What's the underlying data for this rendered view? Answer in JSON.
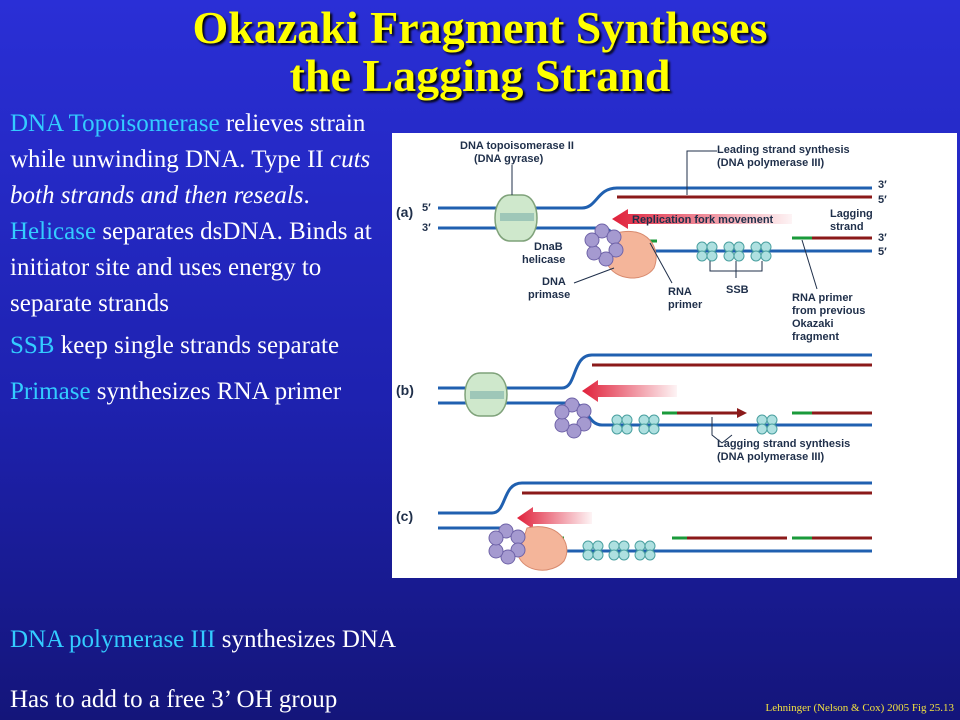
{
  "title": {
    "line1": "Okazaki Fragment Syntheses",
    "line2": "the Lagging Strand"
  },
  "text": {
    "topo_name": "DNA Topoisomerase",
    "topo_desc": " relieves strain while unwinding DNA. Type II ",
    "topo_italic": "cuts both strands and then reseals",
    "topo_end": ".",
    "helicase_name": "Helicase",
    "helicase_desc": " separates dsDNA. Binds at initiator site and uses energy to separate strands",
    "ssb_name": "SSB",
    "ssb_desc": " keep single strands separate",
    "primase_name": "Primase",
    "primase_desc": " synthesizes RNA primer",
    "pol_name": "DNA polymerase III",
    "pol_desc": " synthesizes DNA",
    "free_oh": "Has to add to a free 3’ OH group"
  },
  "credit": "Lehninger (Nelson & Cox) 2005 Fig 25.13",
  "figure": {
    "panel_a": "(a)",
    "panel_b": "(b)",
    "panel_c": "(c)",
    "gyrase_l1": "DNA topoisomerase II",
    "gyrase_l2": "(DNA gyrase)",
    "leading_l1": "Leading strand synthesis",
    "leading_l2": "(DNA polymerase III)",
    "replication_fork": "Replication fork movement",
    "lagging_l1": "Lagging",
    "lagging_l2": "strand",
    "dnab_l1": "DnaB",
    "dnab_l2": "helicase",
    "primase_l1": "DNA",
    "primase_l2": "primase",
    "rna_primer_l1": "RNA",
    "rna_primer_l2": "primer",
    "ssb": "SSB",
    "prev_l1": "RNA primer",
    "prev_l2": "from previous",
    "prev_l3": "Okazaki",
    "prev_l4": "fragment",
    "lagsynth_l1": "Lagging strand synthesis",
    "lagsynth_l2": "(DNA polymerase III)",
    "end_3": "3′",
    "end_5": "5′"
  },
  "colors": {
    "title": "#ffff00",
    "highlight": "#33ccff",
    "dna": "#2060b0",
    "new_strand": "#8b1a1a",
    "primer": "#1a9a3a",
    "arrow": "#e0203a"
  }
}
